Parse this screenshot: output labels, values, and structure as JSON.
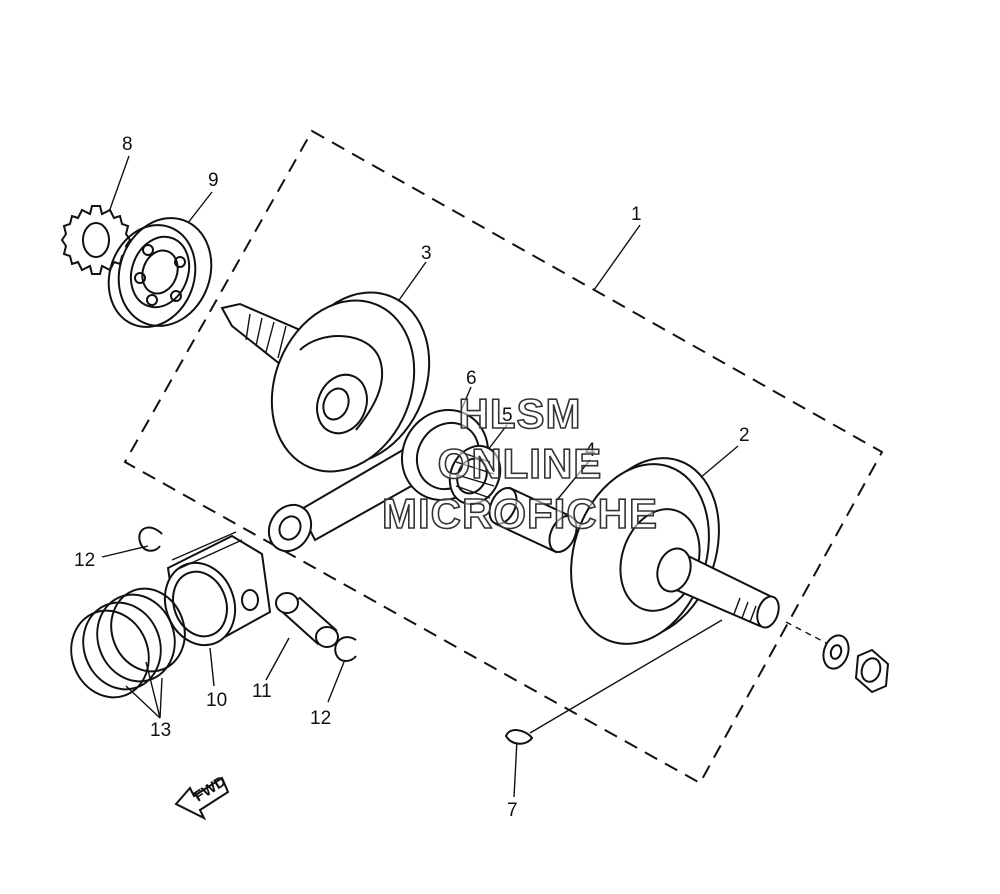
{
  "labels": {
    "l1": "1",
    "l2": "2",
    "l3": "3",
    "l4": "4",
    "l5": "5",
    "l6": "6",
    "l7": "7",
    "l8": "8",
    "l9": "9",
    "l10": "10",
    "l11": "11",
    "l12a": "12",
    "l12b": "12",
    "l13": "13"
  },
  "fwd": "FWD",
  "watermark": [
    "HLSM",
    "ONLINE",
    "MICROFICHE"
  ]
}
